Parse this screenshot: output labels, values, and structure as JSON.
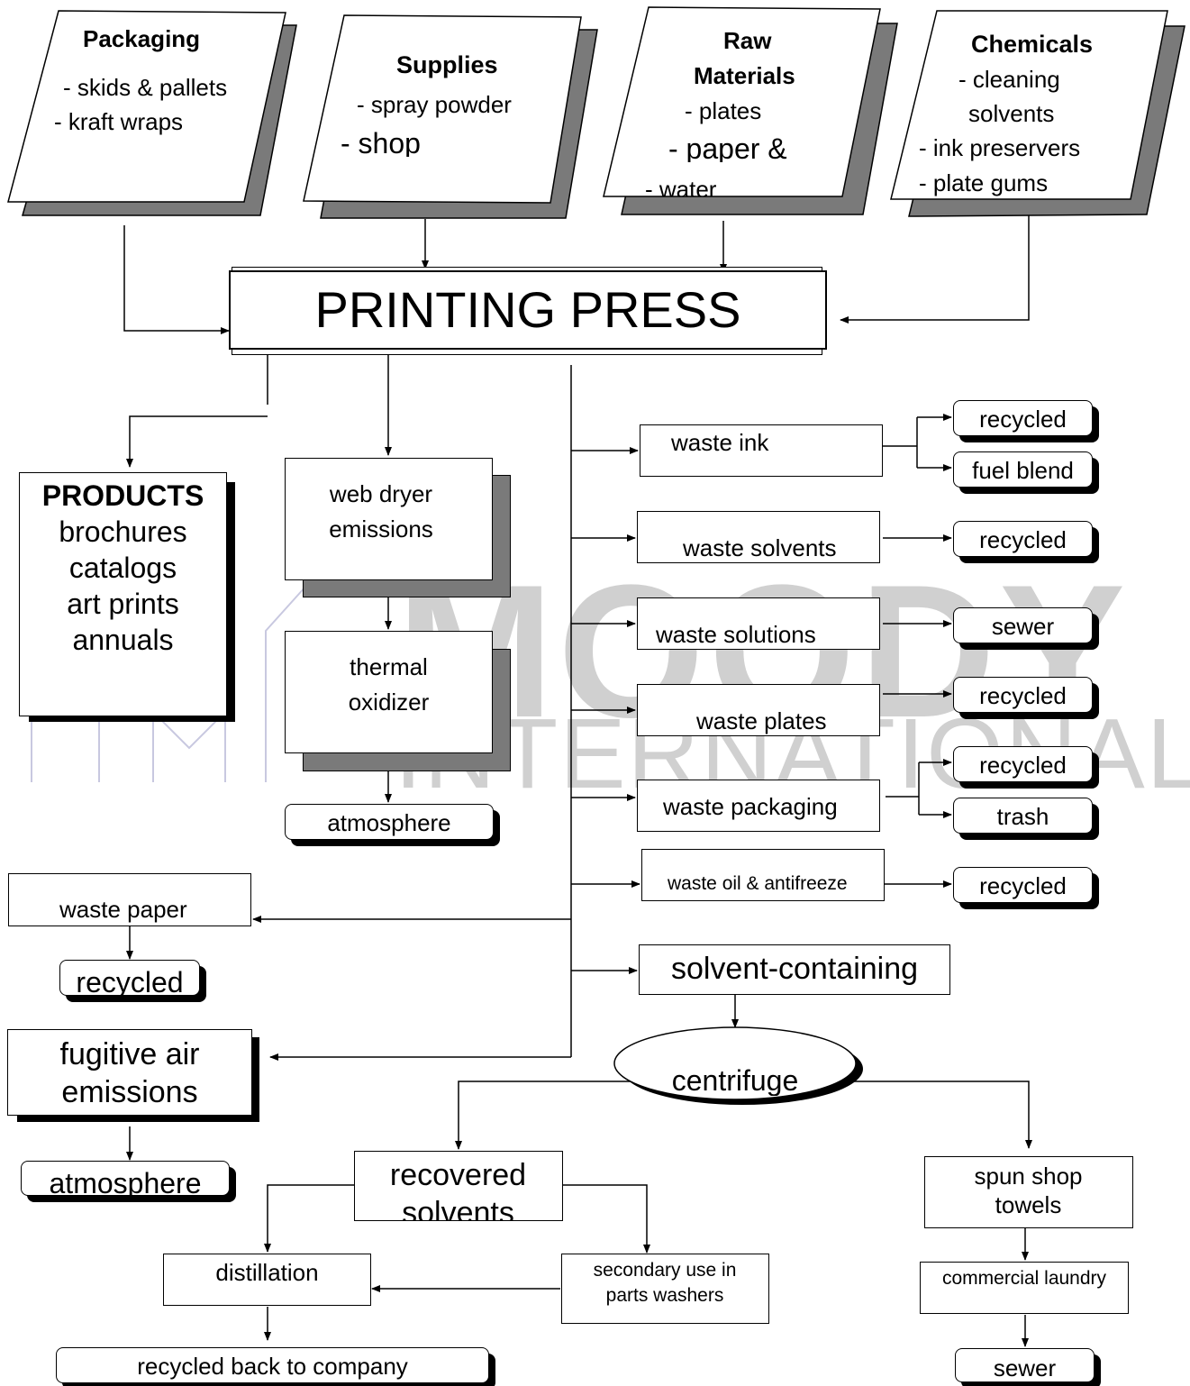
{
  "inputs": {
    "packaging": {
      "title": "Packaging",
      "items": [
        "- skids & pallets",
        "- kraft wraps"
      ]
    },
    "supplies": {
      "title": "Supplies",
      "items": [
        "- spray powder",
        "- shop"
      ]
    },
    "raw_materials": {
      "title_line1": "Raw",
      "title_line2": "Materials",
      "items": [
        "- plates",
        "- paper &",
        "- water"
      ]
    },
    "chemicals": {
      "title": "Chemicals",
      "items": [
        "- cleaning",
        "solvents",
        "- ink preservers",
        "- plate gums"
      ]
    }
  },
  "press": {
    "label": "PRINTING PRESS"
  },
  "products": {
    "title": "PRODUCTS",
    "items": [
      "brochures",
      "catalogs",
      "art prints",
      "annuals"
    ]
  },
  "dryer": {
    "web_dryer": [
      "web dryer",
      "emissions"
    ],
    "oxidizer": [
      "thermal",
      "oxidizer"
    ],
    "atmosphere": "atmosphere"
  },
  "waste_streams": [
    {
      "label": "waste ink",
      "outputs": [
        "recycled",
        "fuel blend"
      ]
    },
    {
      "label": "waste solvents",
      "outputs": [
        "recycled"
      ]
    },
    {
      "label": "waste solutions",
      "outputs": [
        "sewer"
      ]
    },
    {
      "label": "waste plates",
      "outputs": [
        "recycled"
      ]
    },
    {
      "label": "waste packaging",
      "outputs": [
        "recycled",
        "trash"
      ]
    },
    {
      "label": "waste oil & antifreeze",
      "outputs": [
        "recycled"
      ]
    }
  ],
  "waste_paper": {
    "label": "waste paper",
    "output": "recycled"
  },
  "fugitive": {
    "label_line1": "fugitive air",
    "label_line2": "emissions",
    "output": "atmosphere"
  },
  "solvent": {
    "label": "solvent-containing",
    "centrifuge": "centrifuge",
    "recovered": [
      "recovered",
      "solvents"
    ],
    "distillation": "distillation",
    "secondary": [
      "secondary use in",
      "parts washers"
    ],
    "recycled_back": "recycled back to company",
    "spun": [
      "spun shop",
      "towels"
    ],
    "laundry": "commercial laundry",
    "sewer": "sewer"
  },
  "watermark": {
    "line1": "MOODY",
    "line2": "INTERNATIONAL"
  }
}
